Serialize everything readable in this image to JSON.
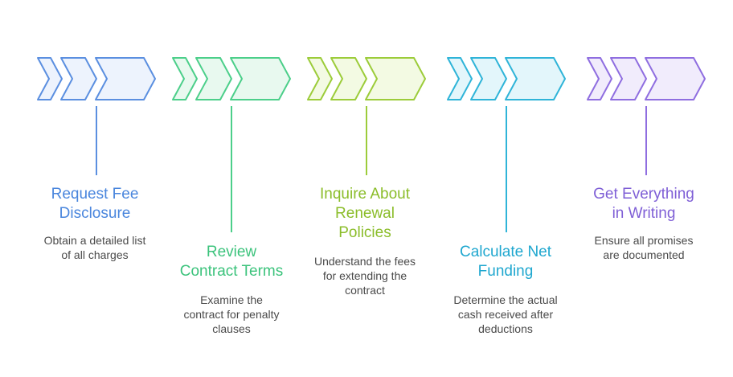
{
  "steps": [
    {
      "title": "Request Fee\nDisclosure",
      "description": "Obtain a detailed list\nof all charges",
      "stroke": "#5b8fe0",
      "fill": "#edf3fd",
      "title_color": "#4a86dd"
    },
    {
      "title": "Review\nContract Terms",
      "description": "Examine the\ncontract for penalty\nclauses",
      "stroke": "#4ccf8a",
      "fill": "#e8f9ef",
      "title_color": "#3cc37c"
    },
    {
      "title": "Inquire About\nRenewal\nPolicies",
      "description": "Understand the fees\nfor extending the\ncontract",
      "stroke": "#9ccc3a",
      "fill": "#f3fae3",
      "title_color": "#8bbd2a"
    },
    {
      "title": "Calculate Net\nFunding",
      "description": "Determine the actual\ncash received after\ndeductions",
      "stroke": "#2fb4d8",
      "fill": "#e3f6fb",
      "title_color": "#1fa7cf"
    },
    {
      "title": "Get Everything\nin Writing",
      "description": "Ensure all promises\nare documented",
      "stroke": "#8f6ee0",
      "fill": "#f1ecfc",
      "title_color": "#7f5fd6"
    }
  ]
}
